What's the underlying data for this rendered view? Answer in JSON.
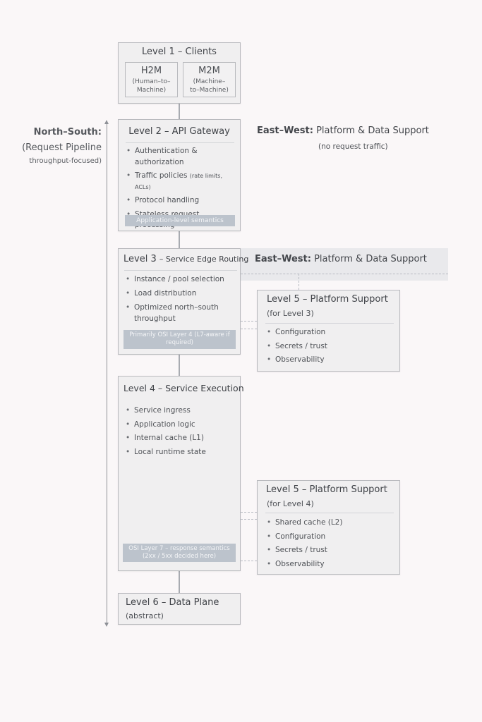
{
  "left_label": {
    "title": "North–South:",
    "sub": "(Request Pipeline",
    "note": "throughput-focused)"
  },
  "right_header_top": {
    "bold": "East–West:",
    "rest": "Platform & Data Support",
    "note": "(no request traffic)"
  },
  "right_header_band": {
    "bold": "East–West:",
    "rest": "Platform & Data Support"
  },
  "level1": {
    "title": "Level 1 – Clients",
    "h2m_title": "H2M",
    "h2m_sub1": "(Human–to–",
    "h2m_sub2": "Machine)",
    "m2m_title": "M2M",
    "m2m_sub1": "(Machine–",
    "m2m_sub2": "to–Machine)"
  },
  "level2": {
    "title": "Level 2 – API Gateway",
    "items": [
      "Authentication &",
      "authorization",
      "Protocol handling",
      "Stateless request processing"
    ],
    "traffic_main": "Traffic policies",
    "traffic_small": "(rate limits, ACLs)",
    "badge": "Application-level semantics"
  },
  "level3": {
    "title_main": "Level 3",
    "title_rest": "– Service Edge Routing",
    "items": [
      "Instance / pool selection",
      "Load distribution",
      "Optimized north–south",
      "throughput"
    ],
    "badge_line1": "Primarily OSI Layer 4 (L7-aware if",
    "badge_line2": "required)"
  },
  "level4": {
    "title": "Level 4 – Service Execution",
    "items": [
      "Service ingress",
      "Application logic",
      "Internal cache (L1)",
      "Local runtime state"
    ],
    "badge_line1": "OSI Layer 7 – response semantics",
    "badge_line2": "(2xx / 5xx decided here)"
  },
  "level5a": {
    "title": "Level 5 – Platform Support",
    "sub": "(for Level 3)",
    "items": [
      "Configuration",
      "Secrets / trust",
      "Observability"
    ]
  },
  "level5b": {
    "title": "Level 5 – Platform Support",
    "sub": "(for Level 4)",
    "items": [
      "Shared cache (L2)",
      "Configuration",
      "Secrets / trust",
      "Observability"
    ]
  },
  "level6": {
    "title": "Level 6 – Data Plane",
    "sub": "(abstract)"
  }
}
